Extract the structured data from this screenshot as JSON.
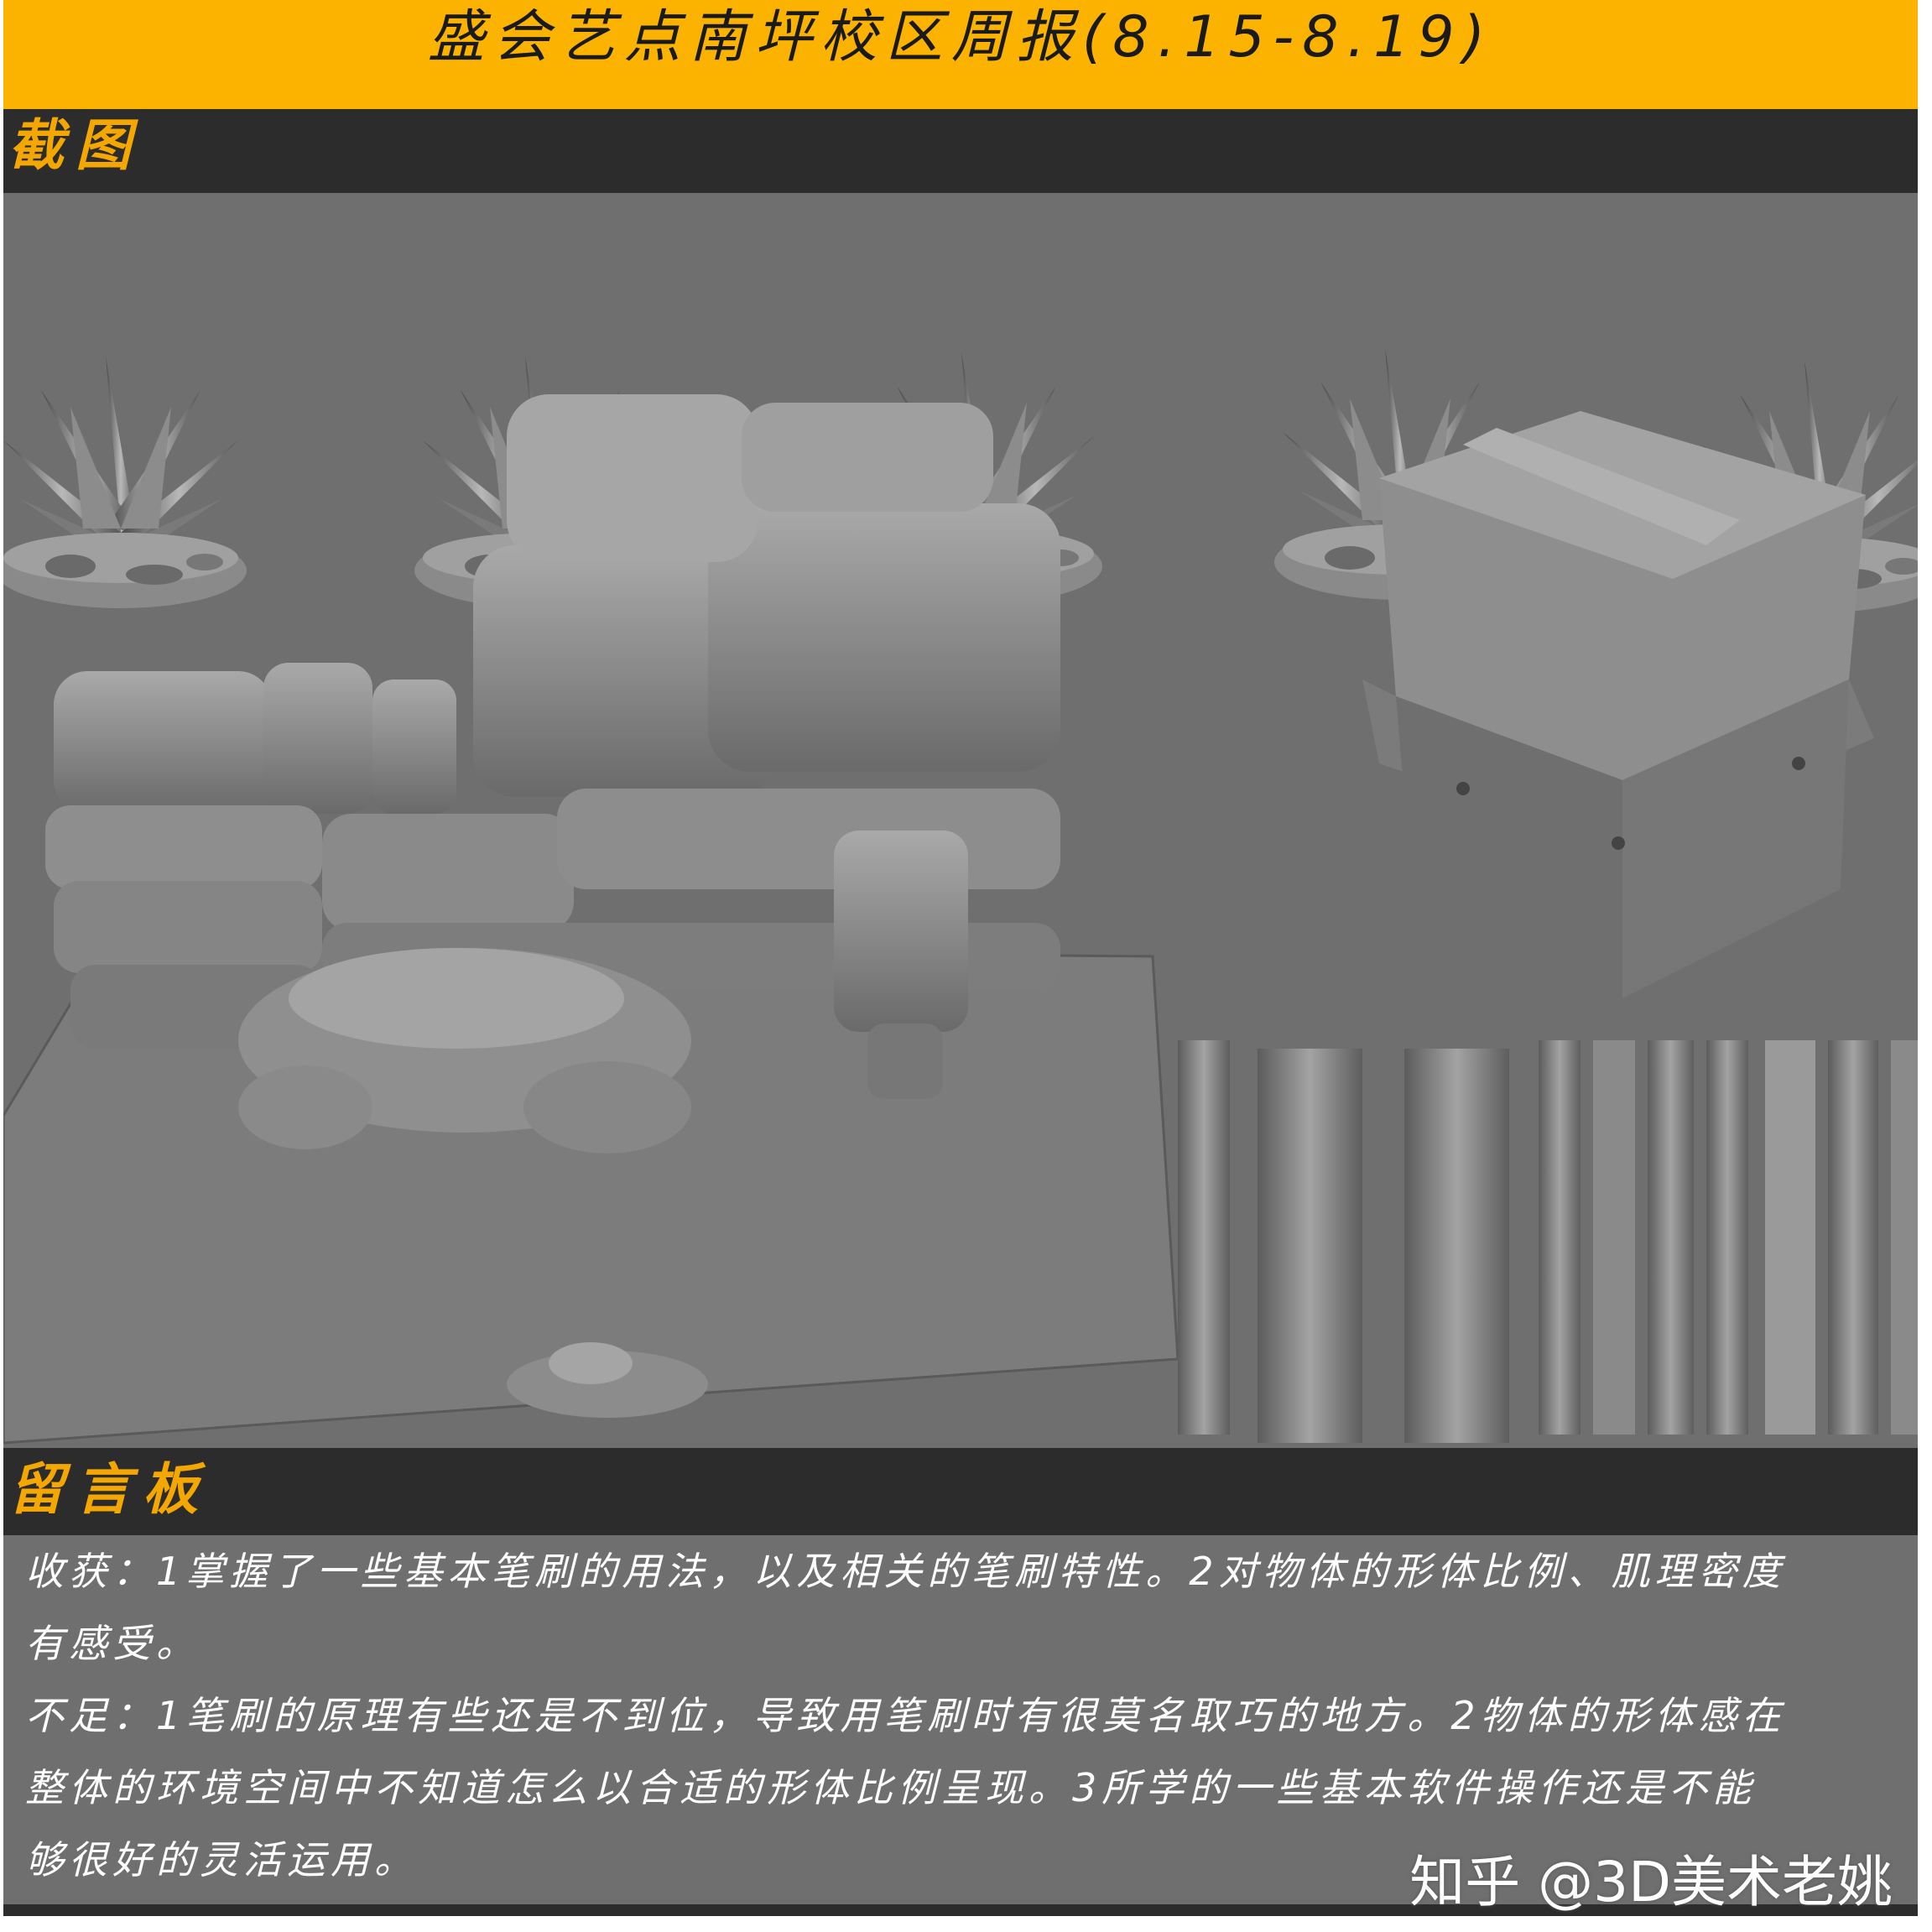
{
  "header": {
    "title": "盛会艺点南坪校区周报(8.15-8.19)"
  },
  "screenshot_section": {
    "label": "截图"
  },
  "message_section": {
    "label": "留言板",
    "lines": [
      "收获：1掌握了一些基本笔刷的用法，以及相关的笔刷特性。2对物体的形体比例、肌理密度",
      "有感受。",
      "不足：1笔刷的原理有些还是不到位，导致用笔刷时有很莫名取巧的地方。2物体的形体感在",
      "整体的环境空间中不知道怎么以合适的形体比例呈现。3所学的一些基本软件操作还是不能",
      "够很好的灵活运用。"
    ]
  },
  "watermark": "知乎 @3D美术老姚",
  "colors": {
    "title_bar": "#fbb300",
    "section_bar": "#2c2c2c",
    "section_label": "#f4a700",
    "render_bg": "#6f6f6f"
  }
}
